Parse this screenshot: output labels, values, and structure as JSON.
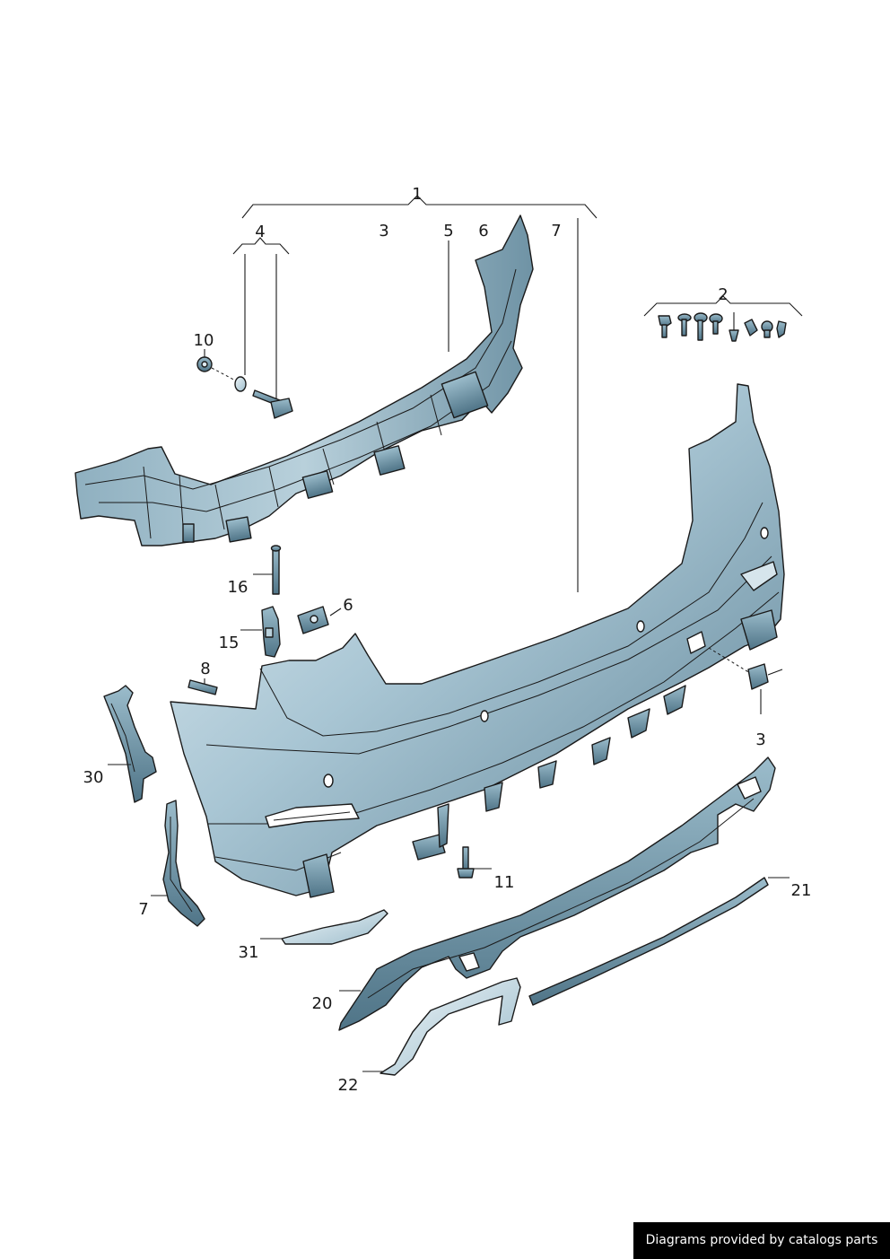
{
  "diagram": {
    "callouts": [
      {
        "id": "c1",
        "text": "1"
      },
      {
        "id": "c2",
        "text": "2"
      },
      {
        "id": "c3a",
        "text": "3"
      },
      {
        "id": "c3b",
        "text": "3"
      },
      {
        "id": "c4",
        "text": "4"
      },
      {
        "id": "c5",
        "text": "5"
      },
      {
        "id": "c6a",
        "text": "6"
      },
      {
        "id": "c6b",
        "text": "6"
      },
      {
        "id": "c7a",
        "text": "7"
      },
      {
        "id": "c7b",
        "text": "7"
      },
      {
        "id": "c8",
        "text": "8"
      },
      {
        "id": "c10",
        "text": "10"
      },
      {
        "id": "c11",
        "text": "11"
      },
      {
        "id": "c15",
        "text": "15"
      },
      {
        "id": "c16",
        "text": "16"
      },
      {
        "id": "c20",
        "text": "20"
      },
      {
        "id": "c21",
        "text": "21"
      },
      {
        "id": "c22",
        "text": "22"
      },
      {
        "id": "c30",
        "text": "30"
      },
      {
        "id": "c31",
        "text": "31"
      }
    ]
  },
  "footer": {
    "text": "Diagrams provided by catalogs parts"
  },
  "colors": {
    "part_light": "#d8e8f0",
    "part_mid": "#93b6c7",
    "part_dark": "#4f7487",
    "background": "#ffffff",
    "footer_bg": "#000000"
  }
}
